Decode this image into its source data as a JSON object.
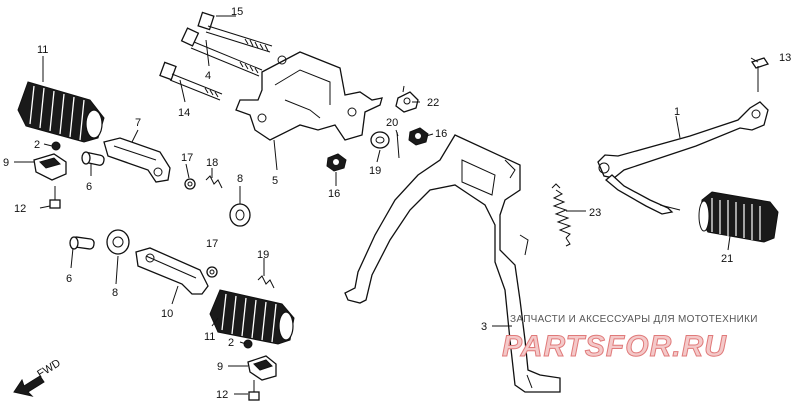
{
  "parts": [
    {
      "id": "p1",
      "label": "1"
    },
    {
      "id": "p2a",
      "label": "2"
    },
    {
      "id": "p2b",
      "label": "2"
    },
    {
      "id": "p3",
      "label": "3"
    },
    {
      "id": "p4",
      "label": "4"
    },
    {
      "id": "p5",
      "label": "5"
    },
    {
      "id": "p6a",
      "label": "6"
    },
    {
      "id": "p6b",
      "label": "6"
    },
    {
      "id": "p7",
      "label": "7"
    },
    {
      "id": "p8a",
      "label": "8"
    },
    {
      "id": "p8b",
      "label": "8"
    },
    {
      "id": "p9a",
      "label": "9"
    },
    {
      "id": "p9b",
      "label": "9"
    },
    {
      "id": "p10",
      "label": "10"
    },
    {
      "id": "p11a",
      "label": "11"
    },
    {
      "id": "p11b",
      "label": "11"
    },
    {
      "id": "p12a",
      "label": "12"
    },
    {
      "id": "p12b",
      "label": "12"
    },
    {
      "id": "p13",
      "label": "13"
    },
    {
      "id": "p14",
      "label": "14"
    },
    {
      "id": "p15",
      "label": "15"
    },
    {
      "id": "p16a",
      "label": "16"
    },
    {
      "id": "p16b",
      "label": "16"
    },
    {
      "id": "p17a",
      "label": "17"
    },
    {
      "id": "p17b",
      "label": "17"
    },
    {
      "id": "p18",
      "label": "18"
    },
    {
      "id": "p19a",
      "label": "19"
    },
    {
      "id": "p19b",
      "label": "19"
    },
    {
      "id": "p20",
      "label": "20"
    },
    {
      "id": "p21",
      "label": "21"
    },
    {
      "id": "p22",
      "label": "22"
    },
    {
      "id": "p23",
      "label": "23"
    }
  ],
  "direction_label": "FWD",
  "watermark": {
    "tagline": "ЗАПЧАСТИ И АКСЕССУАРЫ ДЛЯ МОТОТЕХНИКИ",
    "brand": "PARTSFOR.RU"
  }
}
